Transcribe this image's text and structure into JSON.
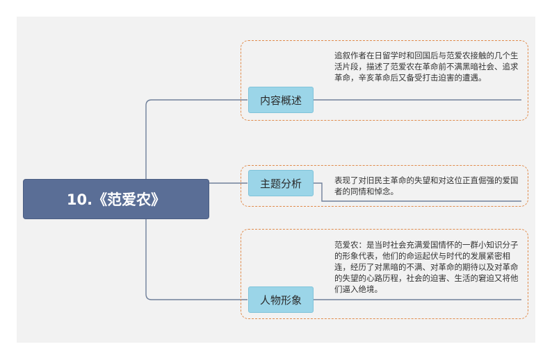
{
  "root": {
    "title": "10.《范爱农》"
  },
  "branches": [
    {
      "label": "内容概述",
      "text": "追叙作者在日留学时和回国后与范爱农接触的几个生活片段，描述了范爱农在革命前不满黑暗社会、追求革命，辛亥革命后又备受打击迫害的遭遇。"
    },
    {
      "label": "主题分析",
      "text": "表现了对旧民主革命的失望和对这位正直倔强的爱国者的同情和悼念。"
    },
    {
      "label": "人物形象",
      "text": "范爱农：是当时社会充满爱国情怀的一群小知识分子的形象代表，他们的命运起伏与时代的发展紧密相连，经历了对黑暗的不满、对革命的期待以及对革命的失望的心路历程，社会的迫害、生活的窘迫又将他们逼入绝境。"
    }
  ],
  "colors": {
    "root_bg": "#5a6e96",
    "node_bg": "#9bd5e8",
    "dash_border": "#e08a4a",
    "line": "#6f7f99"
  }
}
